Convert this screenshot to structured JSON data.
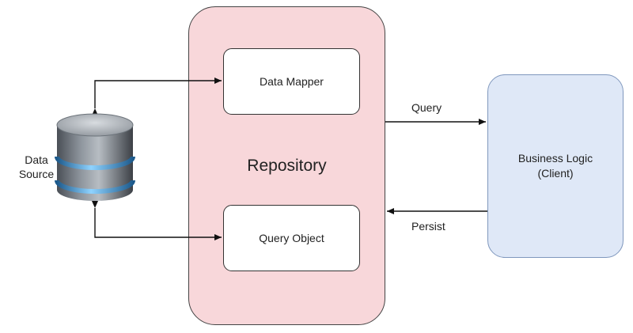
{
  "repository": {
    "label": "Repository",
    "fill": "#f8d7da"
  },
  "data_mapper": {
    "label": "Data Mapper"
  },
  "query_object": {
    "label": "Query Object"
  },
  "client": {
    "line1": "Business Logic",
    "line2": "(Client)",
    "fill": "#dfe8f7"
  },
  "edges": {
    "query": "Query",
    "persist": "Persist"
  },
  "data_source": {
    "line1": "Data",
    "line2": "Source",
    "icon": "database-icon"
  }
}
